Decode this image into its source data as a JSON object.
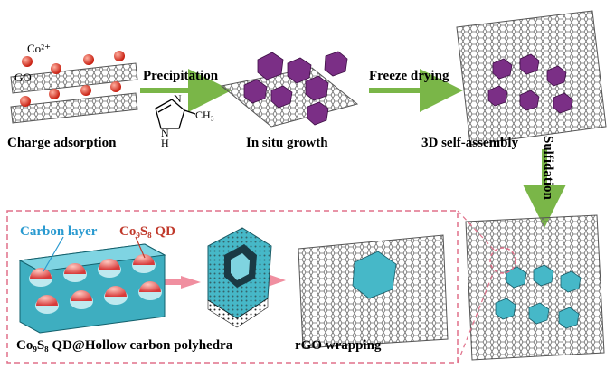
{
  "stages": {
    "charge_adsorption": "Charge adsorption",
    "in_situ_growth": "In situ growth",
    "self_assembly": "3D self-assembly",
    "rgo_wrapping": "rGO wrapping",
    "final_product": "Co₉S₈ QD@Hollow carbon polyhedra"
  },
  "steps": {
    "precipitation": "Precipitation",
    "freeze_drying": "Freeze drying",
    "sulfidation": "Sulfidation"
  },
  "labels": {
    "cobalt_ion": "Co²⁺",
    "go": "GO",
    "carbon_layer": "Carbon layer",
    "co9s8_qd": "Co₉S₈ QD",
    "ligand_n": "N",
    "ligand_nh": "N\nH",
    "ligand_ch3": "CH₃"
  },
  "colors": {
    "arrow_green": "#7ab648",
    "arrow_pink": "#f08fa0",
    "zif_purple": "#7b2f86",
    "co9s8_cyan": "#46b8c8",
    "graphene_grey": "#707070",
    "co_red": "#e23a2a",
    "carbon_layer_text": "#2a9ad0",
    "qd_text": "#c0392b",
    "dash_box": "#e0708a"
  }
}
